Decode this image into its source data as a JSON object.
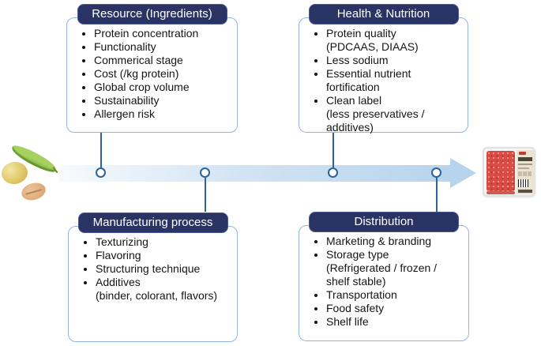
{
  "colors": {
    "header_bg": "#2a3464",
    "header_text": "#ffffff",
    "box_border": "#92b4e3",
    "connector": "#2e6399",
    "arrow_fill": "#b7d4ec",
    "text": "#141414"
  },
  "boxes": [
    {
      "id": "resource",
      "title": "Resource (Ingredients)",
      "items": [
        [
          "Protein concentration"
        ],
        [
          "Functionality"
        ],
        [
          "Commerical stage"
        ],
        [
          "Cost (/kg protein)"
        ],
        [
          "Global crop volume"
        ],
        [
          "Sustainability"
        ],
        [
          "Allergen risk"
        ]
      ]
    },
    {
      "id": "health",
      "title": "Health & Nutrition",
      "items": [
        [
          "Protein quality",
          "(PDCAAS, DIAAS)"
        ],
        [
          "Less sodium"
        ],
        [
          "Essential nutrient",
          "fortification"
        ],
        [
          "Clean label",
          "(less preservatives /",
          "additives)"
        ]
      ]
    },
    {
      "id": "manufacturing",
      "title": "Manufacturing process",
      "items": [
        [
          "Texturizing"
        ],
        [
          "Flavoring"
        ],
        [
          "Structuring technique"
        ],
        [
          "Additives",
          "(binder, colorant, flavors)"
        ]
      ]
    },
    {
      "id": "distribution",
      "title": "Distribution",
      "items": [
        [
          "Marketing & branding"
        ],
        [
          "Storage type",
          "(Refrigerated / frozen /",
          "shelf stable)"
        ],
        [
          "Transportation"
        ],
        [
          "Food safety"
        ],
        [
          "Shelf life"
        ]
      ]
    }
  ],
  "illustrations": {
    "left": "pea pod, soybean and grain (raw plant protein ingredients)",
    "right": "packaged plant-based ground meat tray"
  }
}
